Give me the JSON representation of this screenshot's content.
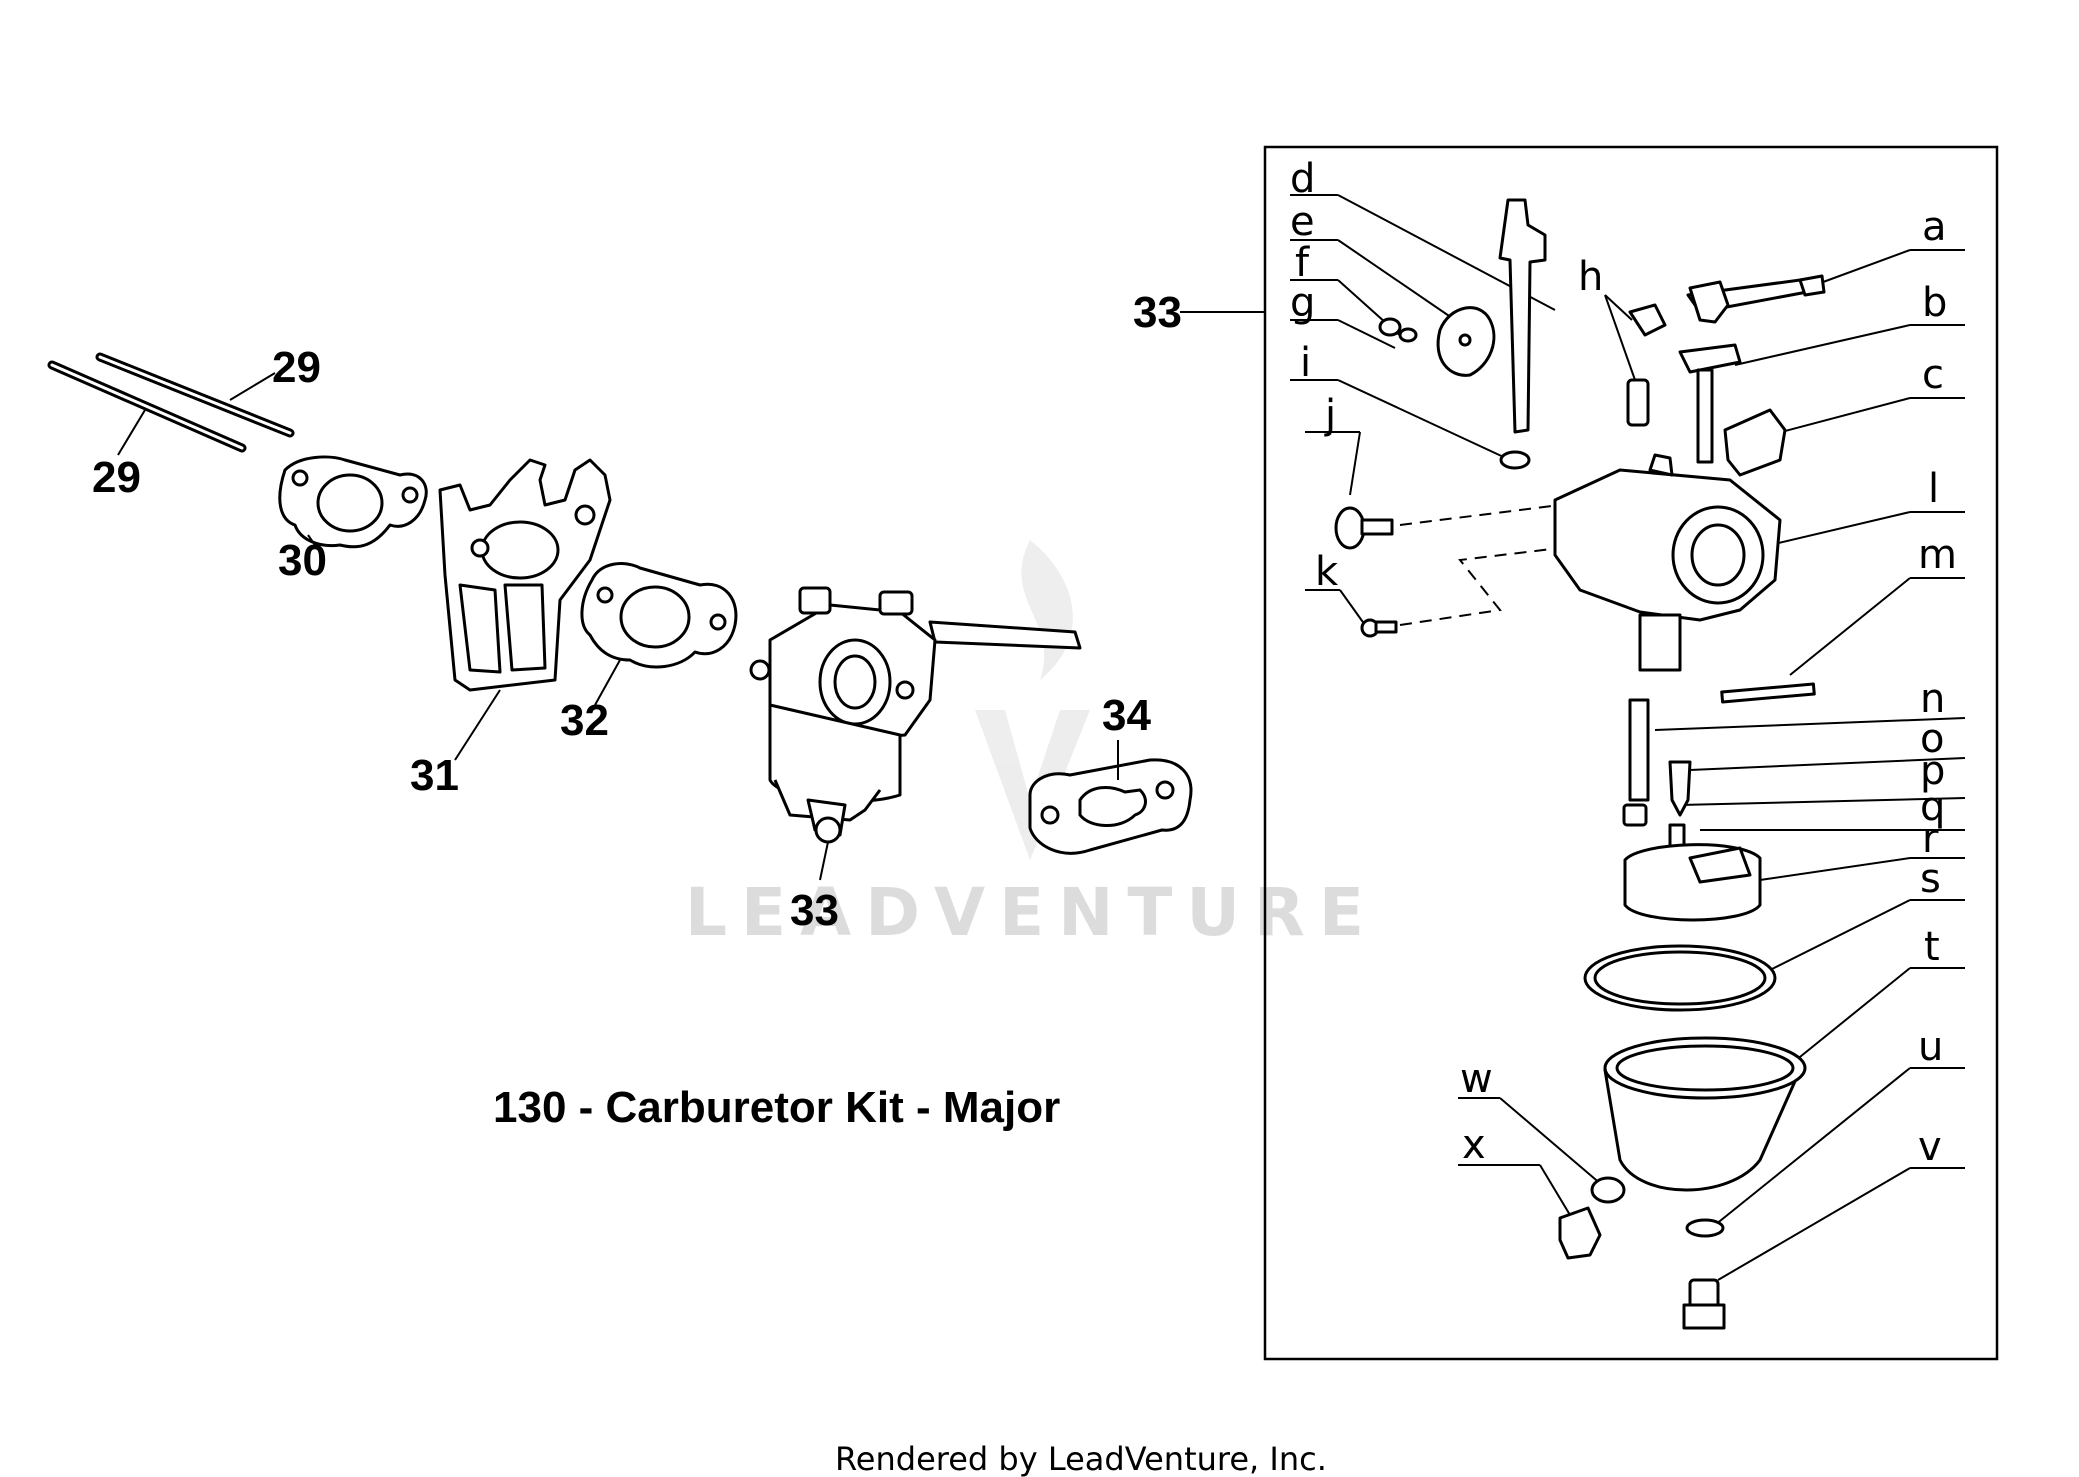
{
  "title": "130 - Carburetor Kit - Major",
  "footer": "Rendered by LeadVenture, Inc.",
  "watermark": "LEADVENTURE",
  "callouts": {
    "c29a": "29",
    "c29b": "29",
    "c30": "30",
    "c31": "31",
    "c32": "32",
    "c33a": "33",
    "c33b": "33",
    "c34": "34"
  },
  "sub_callouts": {
    "a": "a",
    "b": "b",
    "c": "c",
    "d": "d",
    "e": "e",
    "f": "f",
    "g": "g",
    "h": "h",
    "i": "i",
    "j": "j",
    "k": "k",
    "l": "l",
    "m": "m",
    "n": "n",
    "o": "o",
    "p": "p",
    "q": "q",
    "r": "r",
    "s": "s",
    "t": "t",
    "u": "u",
    "v": "v",
    "w": "w",
    "x": "x"
  }
}
